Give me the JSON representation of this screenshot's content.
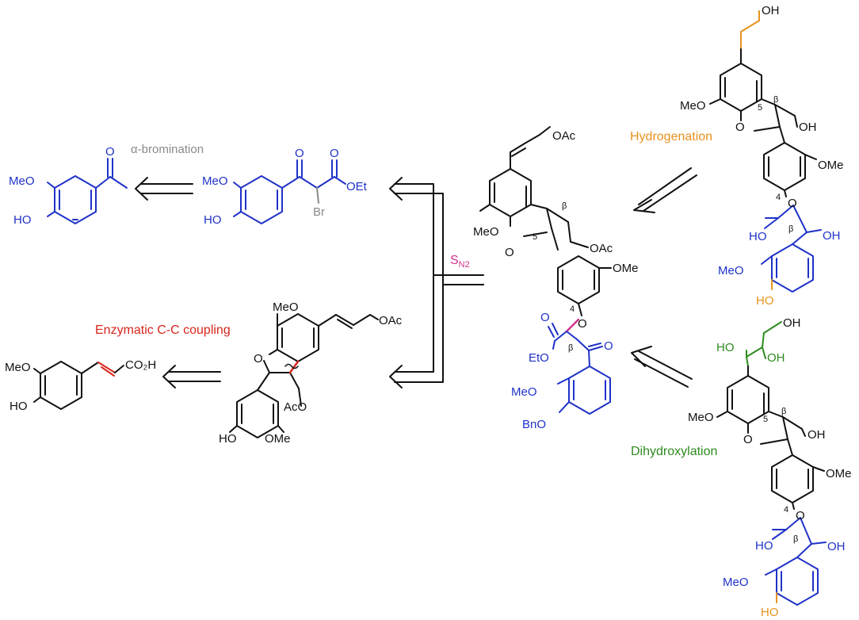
{
  "colors": {
    "black": "#111111",
    "blue": "#1f32c8",
    "grey": "#8a8a8a",
    "pink": "#d6338f",
    "orange": "#e8921e",
    "red": "#d7261c",
    "green": "#2e8b1f"
  },
  "steps": {
    "bromination": "α-bromination",
    "sn2_main": "S",
    "sn2_sub": "N2",
    "enzymatic": "Enzymatic C-C coupling",
    "hydrogenation": "Hydrogenation",
    "dihydroxylation": "Dihydroxylation"
  },
  "acetophenone": {
    "meo": "MeO",
    "ho": "HO",
    "o": "O"
  },
  "ketoester": {
    "meo": "MeO",
    "ho": "HO",
    "o1": "O",
    "o2": "O",
    "oet": "OEt",
    "br": "Br"
  },
  "ferulic": {
    "meo": "MeO",
    "ho": "HO",
    "co2h": "CO₂H"
  },
  "dimer": {
    "meo": "MeO",
    "oac": "OAc",
    "o": "O",
    "aco": "AcO",
    "ho": "HO",
    "ome": "OMe"
  },
  "center": {
    "oac_top": "OAc",
    "meo": "MeO",
    "ring_o": "O",
    "five": "5",
    "beta1": "β",
    "oac": "OAc",
    "ome": "OMe",
    "four": "4",
    "ether_o": "O",
    "ester_o": "O",
    "eto": "EtO",
    "beta2": "β",
    "ketone_o": "O",
    "meo2": "MeO",
    "bno": "BnO"
  },
  "top_right": {
    "oh_top": "OH",
    "meo": "MeO",
    "five": "5",
    "beta1": "β",
    "ring_o": "O",
    "oh": "OH",
    "ome": "OMe",
    "four": "4",
    "ether_o": "O",
    "ho": "HO",
    "beta2": "β",
    "oh2": "OH",
    "meo2": "MeO",
    "ho2": "HO"
  },
  "bottom_right": {
    "oh_top": "OH",
    "ho": "HO",
    "oh": "OH",
    "meo": "MeO",
    "five": "5",
    "beta1": "β",
    "ring_o": "O",
    "oh3": "OH",
    "ome": "OMe",
    "four": "4",
    "ether_o": "O",
    "ho2": "HO",
    "beta2": "β",
    "oh4": "OH",
    "meo2": "MeO",
    "ho3": "HO"
  }
}
